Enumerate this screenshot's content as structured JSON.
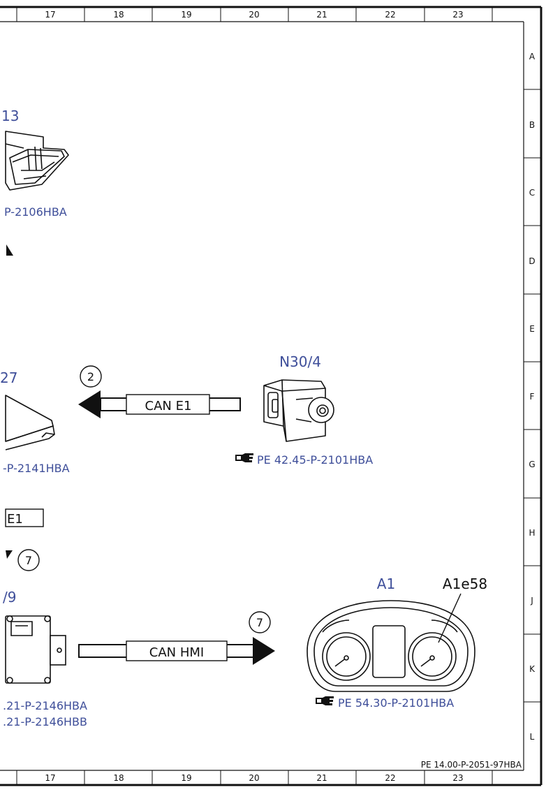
{
  "grid": {
    "columns": [
      "17",
      "18",
      "19",
      "20",
      "21",
      "22",
      "23"
    ],
    "rows": [
      "A",
      "B",
      "C",
      "D",
      "E",
      "F",
      "G",
      "H",
      "J",
      "K",
      "L"
    ]
  },
  "components": {
    "partial_b": {
      "label": "13",
      "ref": "P-2106HBA"
    },
    "partial_f": {
      "label": "27",
      "ref": "-P-2141HBA"
    },
    "partial_h_box": "E1",
    "partial_j": {
      "label": "/9",
      "ref1": ".21-P-2146HBA",
      "ref2": ".21-P-2146HBB"
    },
    "n30_4": {
      "label": "N30/4",
      "ref": "PE 42.45-P-2101HBA"
    },
    "a1": {
      "label": "A1",
      "sub_label": "A1e58",
      "ref": "PE 54.30-P-2101HBA"
    }
  },
  "connections": {
    "can_e1": {
      "label": "CAN E1",
      "number": "2"
    },
    "can_hmi": {
      "label": "CAN HMI",
      "number": "7"
    },
    "partial_number": "7"
  },
  "footer": {
    "document_id": "PE 14.00-P-2051-97HBA"
  },
  "colors": {
    "label_blue": "#3f4f9a",
    "line": "#111111"
  },
  "icons": [
    "pointing-hand-icon"
  ]
}
